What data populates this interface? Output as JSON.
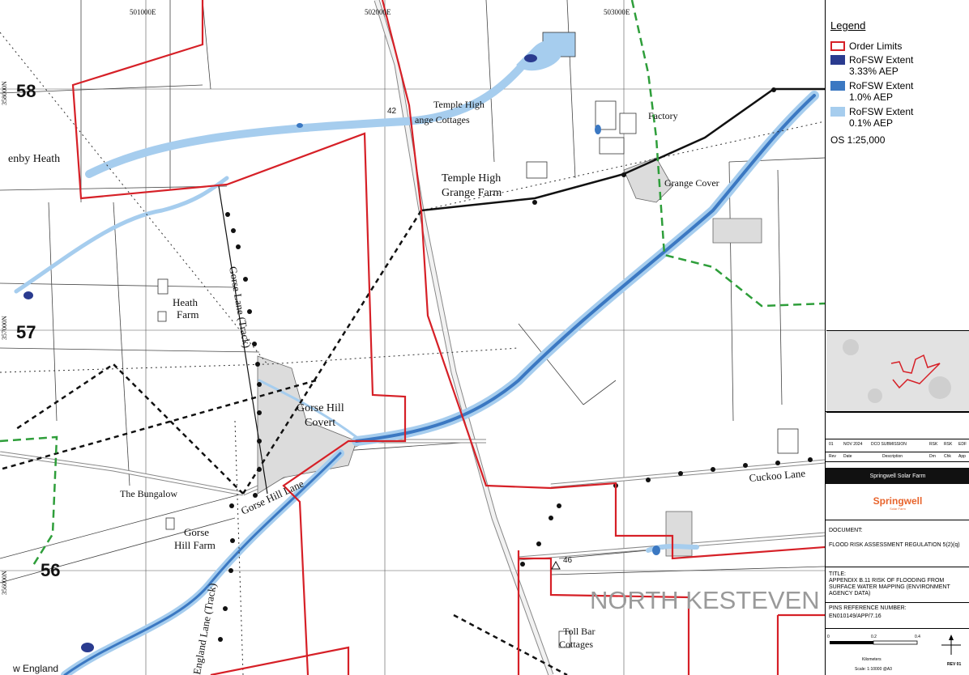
{
  "grid": {
    "eastings": [
      "501000E",
      "502000E",
      "503000E"
    ],
    "northings": [
      "358000N",
      "357000N",
      "356000N"
    ],
    "squares": [
      "58",
      "57",
      "56"
    ]
  },
  "places": [
    "enby Heath",
    "Temple High",
    "ange Cottages",
    "Factory",
    "Temple High",
    "Grange Farm",
    "Grange Cover",
    "Heath",
    "Farm",
    "Gorse Lane (Track)",
    "Gorse Hill",
    "Covert",
    "The Bungalow",
    "Gorse Hill Lane",
    "Gorse",
    "Hill Farm",
    "England Lane (Track)",
    "w England",
    "Cuckoo Lane",
    "Toll Bar",
    "Cottages"
  ],
  "spot_heights": [
    "42",
    "46"
  ],
  "district": "NORTH KESTEVEN",
  "legend": {
    "title": "Legend",
    "items": [
      {
        "label": "Order Limits",
        "color": "#d62027"
      },
      {
        "label": "RoFSW Extent 3.33% AEP",
        "color": "#2a3b8f"
      },
      {
        "label": "RoFSW Extent 1.0% AEP",
        "color": "#3b78c2"
      },
      {
        "label": "RoFSW Extent 0.1% AEP",
        "color": "#a6cdee"
      }
    ],
    "scale": "OS 1:25,000"
  },
  "revision": {
    "headers": [
      "Rev",
      "Date",
      "Description",
      "Drn",
      "Chk",
      "App"
    ],
    "row": [
      "01",
      "NOV 2024",
      "DCO SUBMISSION",
      "RSK",
      "RSK",
      "EDF"
    ]
  },
  "project": "Springwell Solar Farm",
  "brand": "Springwell",
  "brand_sub": "Solar Farm",
  "document_label": "DOCUMENT:",
  "document": "FLOOD RISK ASSESSMENT REGULATION 5(2)(q)",
  "title_label": "TITLE:",
  "title": "APPENDIX B.11 RISK OF FLOODING FROM SURFACE WATER MAPPING (ENVIRONMENT AGENCY DATA)",
  "pins_label": "PINS REFERENCE NUMBER:",
  "pins": "EN010149/APP/7.16",
  "scalebar": {
    "ticks": [
      "0",
      "0.2",
      "0.4"
    ],
    "unit": "Kilometers",
    "scale": "Scale: 1:10000 @A3",
    "rev": "REV 01"
  },
  "colors": {
    "order_limits": "#d62027",
    "flood_light": "#a6cdee",
    "flood_mid": "#3b78c2",
    "flood_dark": "#2a3b8f",
    "boundary_green": "#2e9e3a"
  }
}
